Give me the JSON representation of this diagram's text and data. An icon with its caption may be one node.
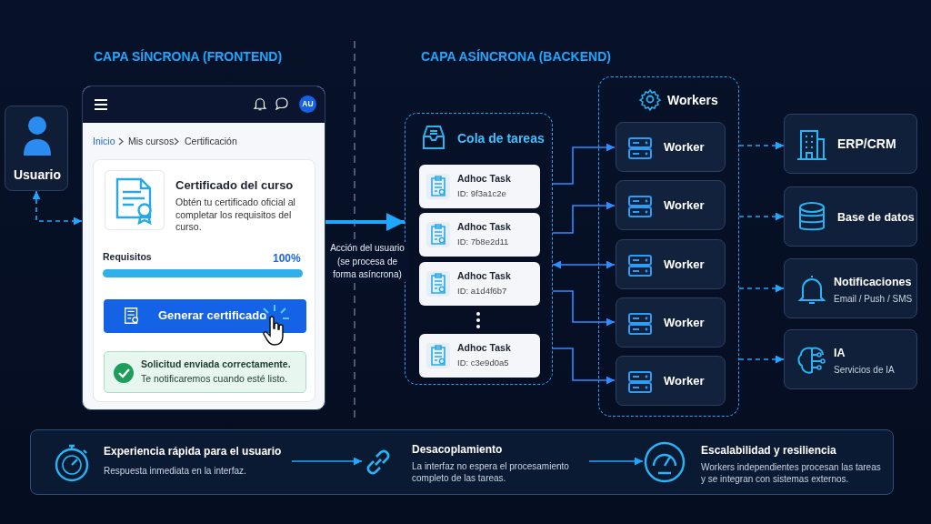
{
  "diagram": {
    "nodes": [
      {
        "text": [
          "Usuario"
        ]
      },
      {
        "text": [],
        "shape": "box"
      },
      {
        "text": [
          "Certificado del curso",
          "Obtén tu certificado oficial al completar los requisitos del curso."
        ],
        "in": 1
      },
      {
        "text": [
          "Generar certificado"
        ],
        "in": 2
      },
      {
        "text": [
          "Solicitud enviada correctamente.",
          "Te notificaremos cuando esté listo."
        ],
        "in": 2
      },
      {
        "text": [
          "Cola de tareas"
        ]
      },
      {
        "text": [
          "Adhoc Task",
          "ID: 9f3a1c2e"
        ],
        "in": 5
      },
      {
        "text": [
          "Adhoc Task",
          "ID: 7b8e2d11"
        ],
        "in": 5
      },
      {
        "text": [
          "Adhoc Task",
          "ID: a1d4f6b7"
        ],
        "in": 5
      },
      {
        "text": [
          "Adhoc Task",
          "ID: c3e9d0a5"
        ],
        "in": 5
      },
      {
        "text": [
          "Workers"
        ]
      },
      {
        "text": [
          "Worker"
        ],
        "in": 10
      },
      {
        "text": [
          "Worker"
        ],
        "in": 10
      },
      {
        "text": [
          "Worker"
        ],
        "in": 10
      },
      {
        "text": [
          "Worker"
        ],
        "in": 10
      },
      {
        "text": [
          "Worker"
        ],
        "in": 10
      },
      {
        "text": [
          "ERP/CRM"
        ]
      },
      {
        "text": [
          "Base de datos"
        ]
      },
      {
        "text": [
          "Notificaciones",
          "Email / Push / SMS"
        ]
      },
      {
        "text": [
          "IA",
          "Servicios de IA"
        ]
      },
      {
        "text": [],
        "shape": "box"
      },
      {
        "text": [
          "Experiencia rápida para el usuario",
          "Respuesta inmediata en la interfaz."
        ],
        "in": 20
      },
      {
        "text": [
          "Desacoplamiento",
          "La interfaz no espera el procesamiento completo de las tareas."
        ],
        "in": 20
      },
      {
        "text": [
          "Escalabilidad y resiliencia",
          "Workers independientes procesan las tareas y se integran con sistemas externos."
        ],
        "in": 20
      }
    ],
    "edges": [
      {
        "from": 0,
        "to": 1,
        "arrow": "both",
        "style": "dashed"
      },
      {
        "from": 1,
        "to": 5,
        "arrow": "to",
        "style": "thick",
        "label": "Acción del usuario (se procesa de forma asíncrona)"
      },
      {
        "from": 5,
        "to": 11,
        "arrow": "to"
      },
      {
        "from": 5,
        "to": 12,
        "arrow": "to"
      },
      {
        "from": 5,
        "to": 13,
        "arrow": "both"
      },
      {
        "from": 5,
        "to": 14,
        "arrow": "to"
      },
      {
        "from": 5,
        "to": 15,
        "arrow": "to"
      },
      {
        "from": 10,
        "to": 16,
        "arrow": "to",
        "style": "dashed"
      },
      {
        "from": 10,
        "to": 17,
        "arrow": "to",
        "style": "dashed"
      },
      {
        "from": 10,
        "to": 18,
        "arrow": "to",
        "style": "dashed"
      },
      {
        "from": 10,
        "to": 19,
        "arrow": "to",
        "style": "dashed"
      },
      {
        "from": 21,
        "to": 22,
        "arrow": "to"
      },
      {
        "from": 22,
        "to": 23,
        "arrow": "to"
      }
    ],
    "labels": [
      "CAPA SÍNCRONA (FRONTEND)",
      "CAPA ASÍNCRONA (BACKEND)",
      "AU",
      "Inicio",
      "Mis cursos",
      "Certificación",
      "Requisitos",
      "100%"
    ]
  }
}
